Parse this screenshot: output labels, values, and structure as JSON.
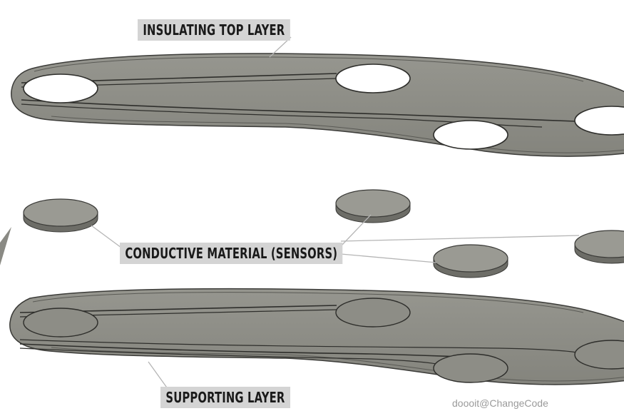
{
  "labels": {
    "top": "INSULATING TOP LAYER",
    "middle": "CONDUCTIVE MATERIAL (SENSORS)",
    "bottom": "SUPPORTING LAYER"
  },
  "watermark": "doooit@ChangeCode",
  "colors": {
    "layer_fill": "#8d8d86",
    "sensor_fill": "#9a9a93",
    "outline": "#3b3b38",
    "leader_line": "#b5b5b5",
    "label_background": "#d4d4d4"
  },
  "counts": {
    "sensors": 4
  }
}
